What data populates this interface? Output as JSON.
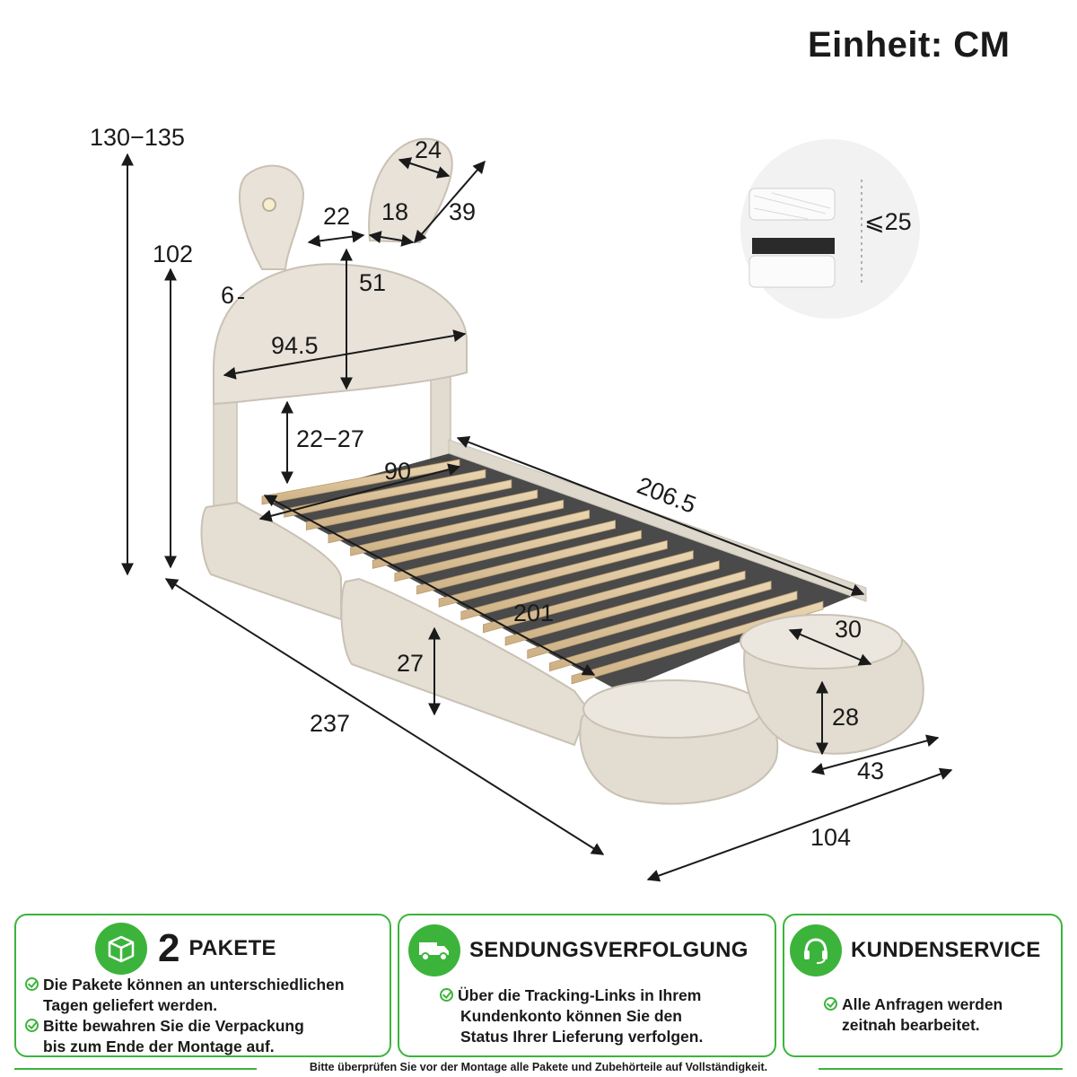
{
  "unit_label": "Einheit: CM",
  "dimensions": {
    "total_height": "130−135",
    "headboard_height": "102",
    "ear_width_top": "24",
    "ear_gap": "22",
    "ear_width_base": "18",
    "ear_length": "39",
    "headboard_thickness": "6",
    "headboard_inner_height": "51",
    "headboard_width": "94.5",
    "under_headboard": "22−27",
    "slat_width": "90",
    "frame_length": "206.5",
    "slat_length": "201",
    "side_rail_height": "27",
    "total_length": "237",
    "foot_width": "30",
    "foot_height": "28",
    "foot_depth": "43",
    "total_width": "104",
    "mattress_max": "⩽25"
  },
  "panels": {
    "packages": {
      "count": "2",
      "title": "PAKETE",
      "lines": [
        "Die Pakete können an unterschiedlichen",
        "Tagen geliefert werden.",
        "Bitte bewahren Sie die Verpackung",
        "bis zum Ende der Montage auf."
      ]
    },
    "tracking": {
      "title": "SENDUNGSVERFOLGUNG",
      "lines": [
        "Über die Tracking-Links in Ihrem",
        "Kundenkonto können Sie den",
        "Status Ihrer Lieferung verfolgen."
      ]
    },
    "service": {
      "title": "KUNDENSERVICE",
      "lines": [
        "Alle Anfragen werden",
        "zeitnah bearbeitet."
      ]
    }
  },
  "footer": "Bitte überprüfen Sie vor der Montage alle Pakete und Zubehörteile auf Vollständigkeit.",
  "colors": {
    "accent": "#3cb43c",
    "upholstery": "#e4ded3",
    "slat": "#dcc39c"
  }
}
